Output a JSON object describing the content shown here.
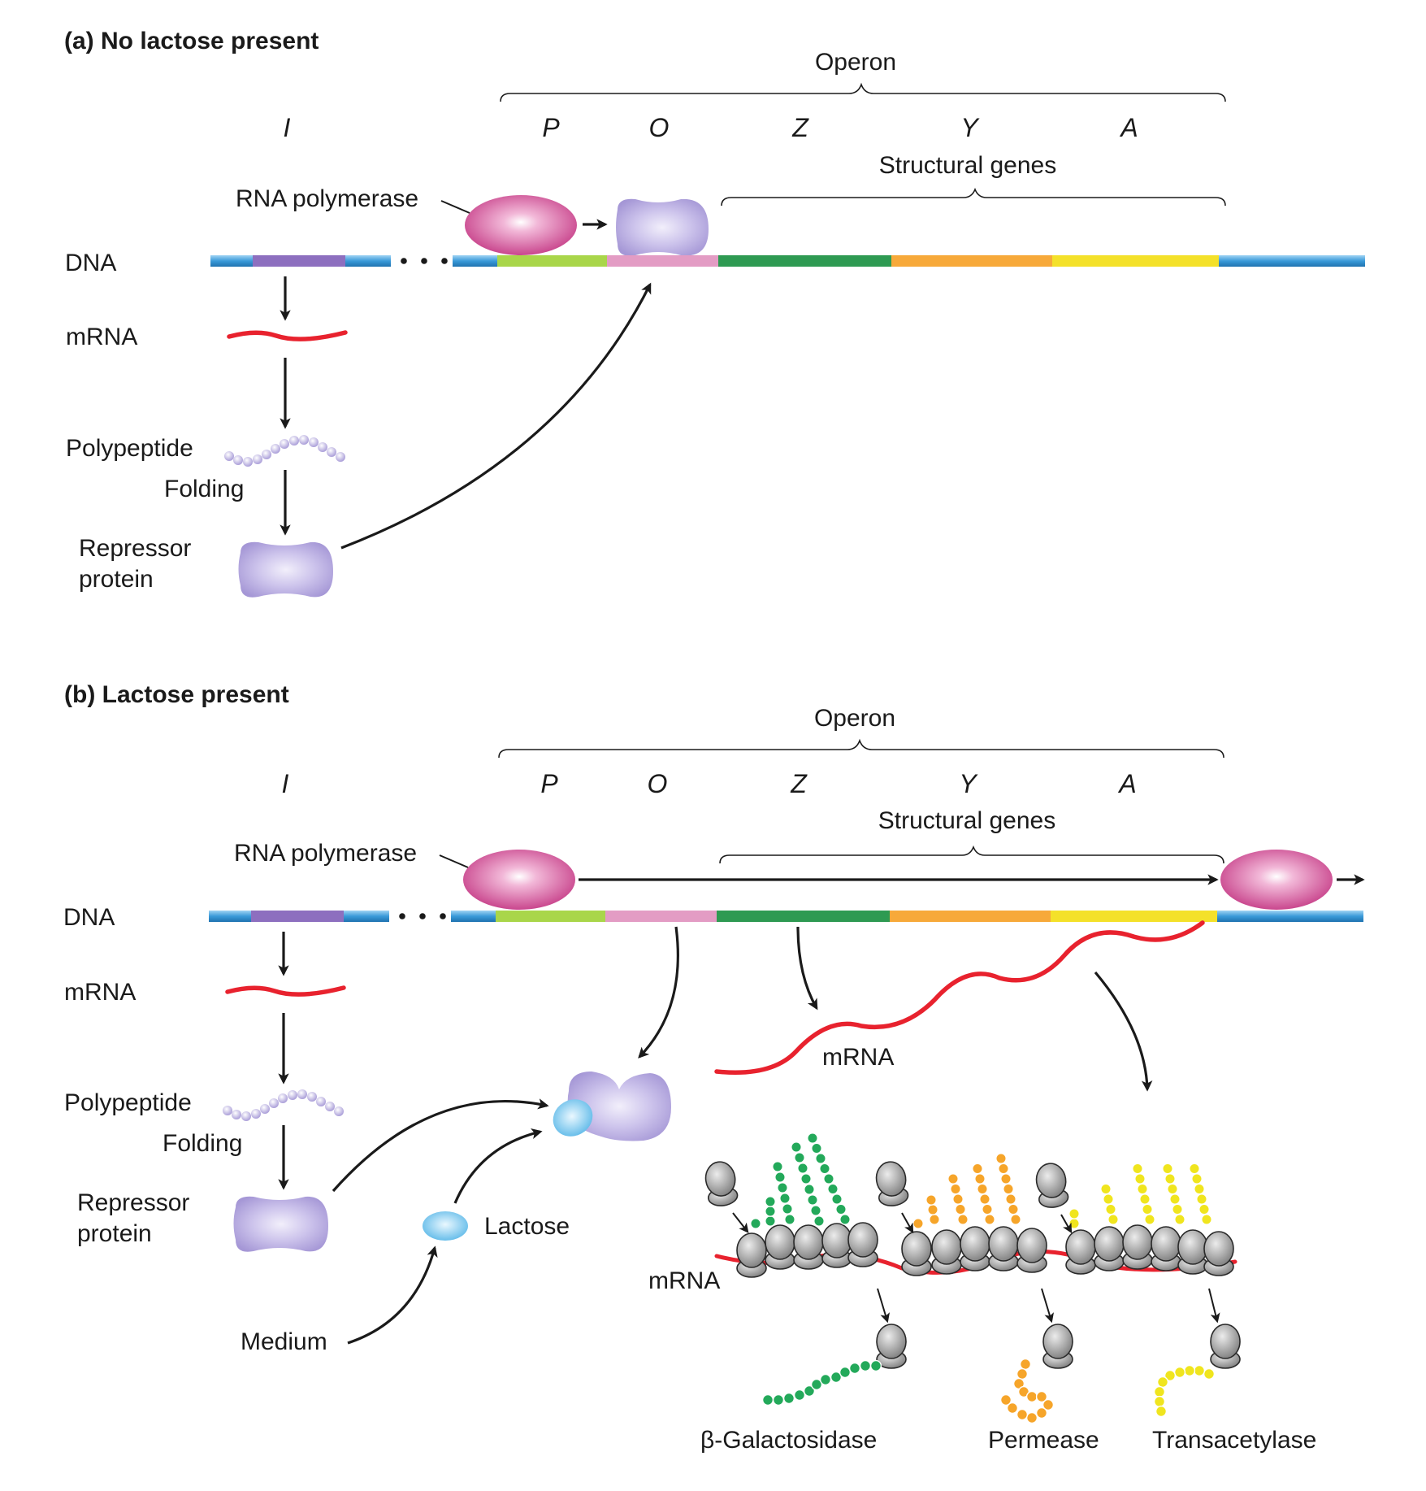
{
  "panel_a": {
    "title": "(a)  No lactose present",
    "operon": "Operon",
    "structural_genes": "Structural genes",
    "genes": {
      "i": "I",
      "p": "P",
      "o": "O",
      "z": "Z",
      "y": "Y",
      "a": "A"
    },
    "rna_polymerase": "RNA polymerase",
    "dna": "DNA",
    "mrna": "mRNA",
    "polypeptide": "Polypeptide",
    "folding": "Folding",
    "repressor_line1": "Repressor",
    "repressor_line2": "protein"
  },
  "panel_b": {
    "title": "(b)  Lactose present",
    "operon": "Operon",
    "structural_genes": "Structural genes",
    "genes": {
      "i": "I",
      "p": "P",
      "o": "O",
      "z": "Z",
      "y": "Y",
      "a": "A"
    },
    "rna_polymerase": "RNA polymerase",
    "dna": "DNA",
    "mrna": "mRNA",
    "polypeptide": "Polypeptide",
    "folding": "Folding",
    "repressor_line1": "Repressor",
    "repressor_line2": "protein",
    "lactose": "Lactose",
    "medium": "Medium",
    "transcript_mrna": "mRNA",
    "polysome_mrna": "mRNA",
    "products": {
      "galactosidase": "β-Galactosidase",
      "permease": "Permease",
      "transacetylase": "Transacetylase"
    }
  },
  "colors": {
    "dna_blue": "#3a9ad9",
    "gene_i": "#8d6fbf",
    "promoter": "#a9d64a",
    "operator": "#e39cc4",
    "gene_z": "#2e9a52",
    "gene_y": "#f7a93a",
    "gene_a": "#f4e12a",
    "mrna": "#e8222e",
    "rna_polymerase": "#d04d92",
    "repressor": "#b8acdf",
    "lactose": "#78c6ee",
    "ribosome": "#9a9a9a",
    "galactosidase_chain": "#23a95a",
    "permease_chain": "#f6a52a",
    "transacetylase_chain": "#f0e51e"
  }
}
